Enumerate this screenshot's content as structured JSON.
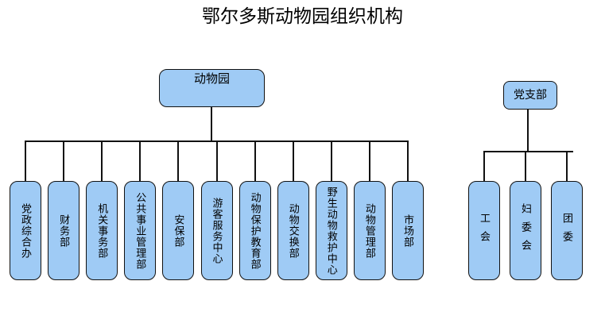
{
  "title": "鄂尔多斯动物园组织机构",
  "background_color": "#ffffff",
  "node_fill_color": "#9FCBF5",
  "node_border_color": "#111111",
  "connector_color": "#111111",
  "org": {
    "main": {
      "root": {
        "label": "动物园"
      },
      "children": [
        {
          "label": "党政综合办"
        },
        {
          "label": "财务部"
        },
        {
          "label": "机关事务部"
        },
        {
          "label": "公共事业管理部"
        },
        {
          "label": "安保部"
        },
        {
          "label": "游客服务中心"
        },
        {
          "label": "动物保护教育部"
        },
        {
          "label": "动物交换部"
        },
        {
          "label": "野生动物救护中心"
        },
        {
          "label": "动物管理部"
        },
        {
          "label": "市场部"
        }
      ]
    },
    "party": {
      "root": {
        "label": "党支部"
      },
      "children": [
        {
          "label": "工会"
        },
        {
          "label": "妇委会"
        },
        {
          "label": "团委"
        }
      ]
    }
  }
}
